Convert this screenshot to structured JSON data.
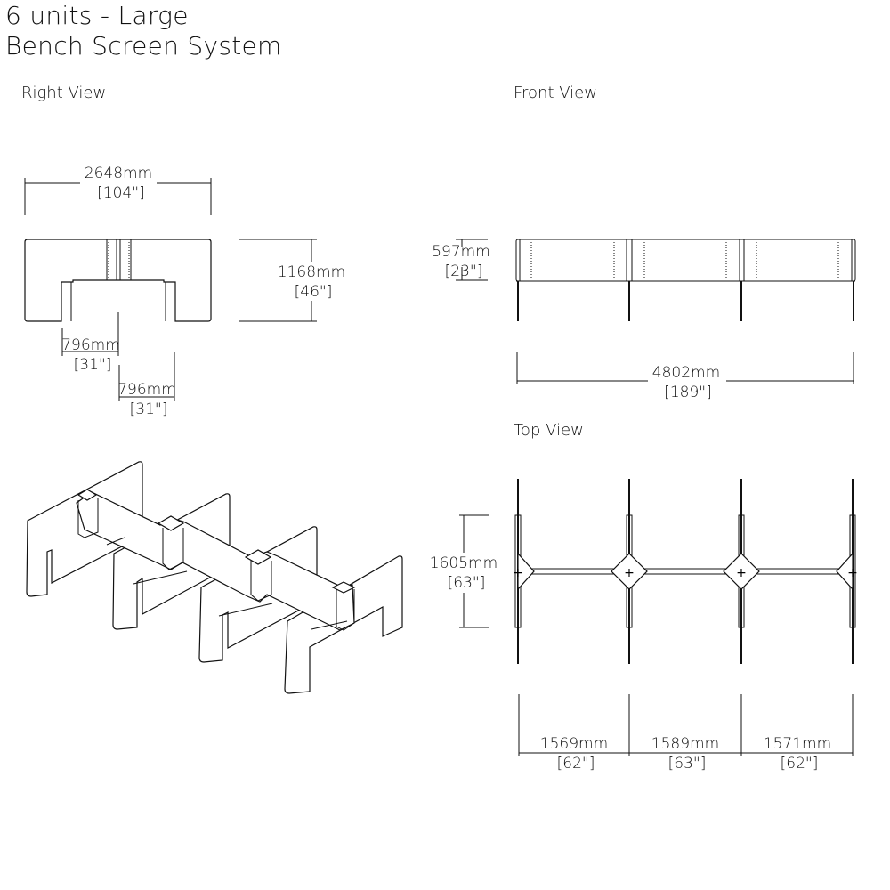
{
  "header": {
    "title_line1": "6 units - Large",
    "title_line2": "Bench Screen System"
  },
  "views": {
    "right": "Right View",
    "front": "Front View",
    "top": "Top View"
  },
  "dimensions": {
    "right_width": {
      "mm": "2648mm",
      "in": "[104\"]"
    },
    "right_height": {
      "mm": "1168mm",
      "in": "[46\"]"
    },
    "right_leg_a": {
      "mm": "796mm",
      "in": "[31\"]"
    },
    "right_leg_b": {
      "mm": "796mm",
      "in": "[31\"]"
    },
    "front_height": {
      "mm": "597mm",
      "in": "[23\"]"
    },
    "front_length": {
      "mm": "4802mm",
      "in": "[189\"]"
    },
    "top_depth": {
      "mm": "1605mm",
      "in": "[63\"]"
    },
    "top_seg1": {
      "mm": "1569mm",
      "in": "[62\"]"
    },
    "top_seg2": {
      "mm": "1589mm",
      "in": "[63\"]"
    },
    "top_seg3": {
      "mm": "1571mm",
      "in": "[62\"]"
    }
  }
}
